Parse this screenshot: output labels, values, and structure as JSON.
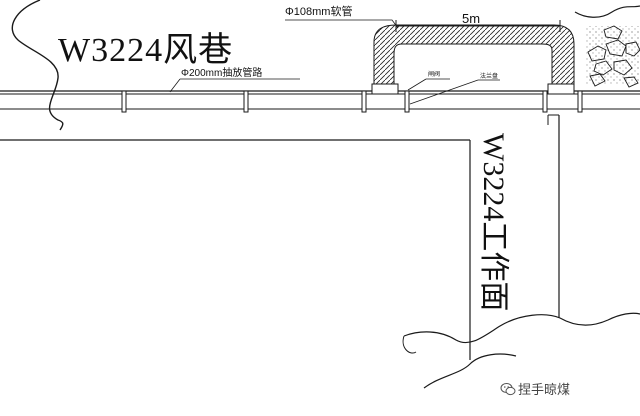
{
  "diagram": {
    "roadway_name": "W3224风巷",
    "face_name": "W3224工作面",
    "hose_label": "Φ108mm软管",
    "distance_label": "5m",
    "pipe_label": "Φ200mm抽放管路",
    "valve_label": "闸阀",
    "flange_label": "法兰盘",
    "watermark": "捏手晾煤",
    "colors": {
      "line": "#1a1a1a",
      "background": "#ffffff",
      "watermark": "#444444"
    },
    "icons": [
      "wechat-icon"
    ]
  }
}
